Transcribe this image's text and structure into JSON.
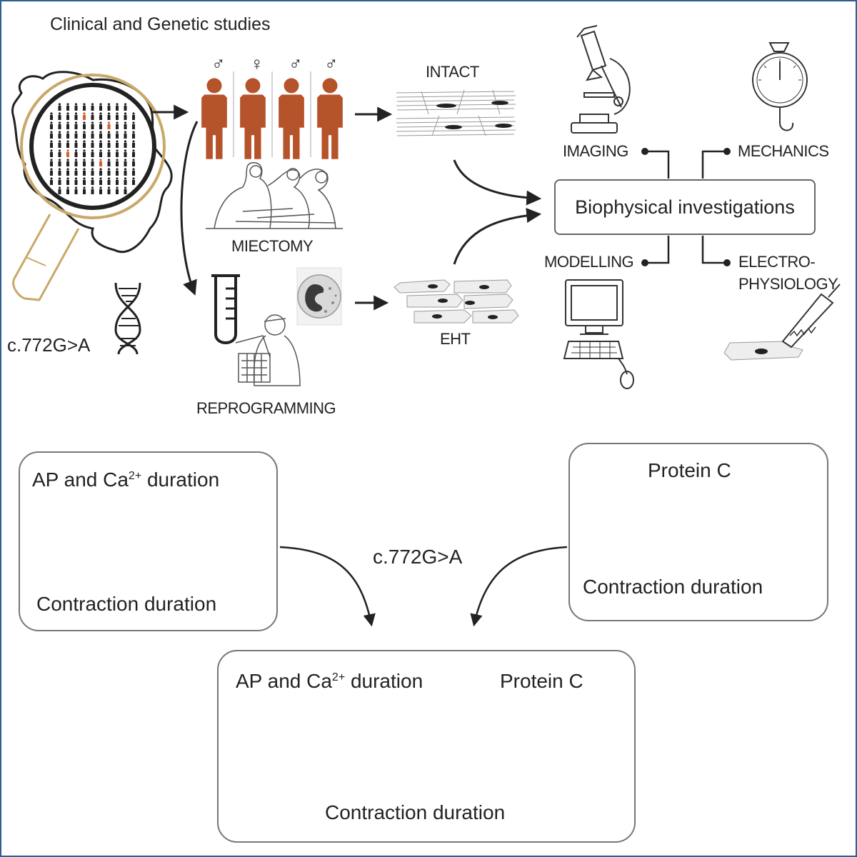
{
  "top": {
    "clinical_title": "Clinical and Genetic studies",
    "mutation_label": "c.772G>A",
    "intact_label": "INTACT",
    "miectomy_label": "MIECTOMY",
    "reprogramming_label": "REPROGRAMMING",
    "eht_label": "EHT",
    "center_box_label": "Biophysical investigations",
    "imaging_label": "IMAGING",
    "mechanics_label": "MECHANICS",
    "modelling_label": "MODELLING",
    "electro_label_1": "ELECTRO-",
    "electro_label_2": "PHYSIOLOGY",
    "sex_symbols": [
      "♂",
      "♀",
      "♂",
      "♂"
    ]
  },
  "bottom": {
    "left_box": {
      "line1_pre": "AP and Ca",
      "line1_sup": "2+",
      "line1_post": " duration",
      "line2": "Contraction duration"
    },
    "right_box": {
      "line1": "Protein C",
      "line2": "Contraction duration"
    },
    "middle_label": "c.772G>A",
    "result_box": {
      "left_pre": "AP and Ca",
      "left_sup": "2+",
      "left_post": " duration",
      "right": "Protein C",
      "bottom": "Contraction duration"
    }
  },
  "colors": {
    "up_green": "#27a844",
    "down_red": "#e8282b",
    "neutral_gray": "#8c8c8c",
    "person_orange": "#b5532a",
    "magnifier_gold": "#c9a86a",
    "frame_blue": "#2f5f93"
  }
}
